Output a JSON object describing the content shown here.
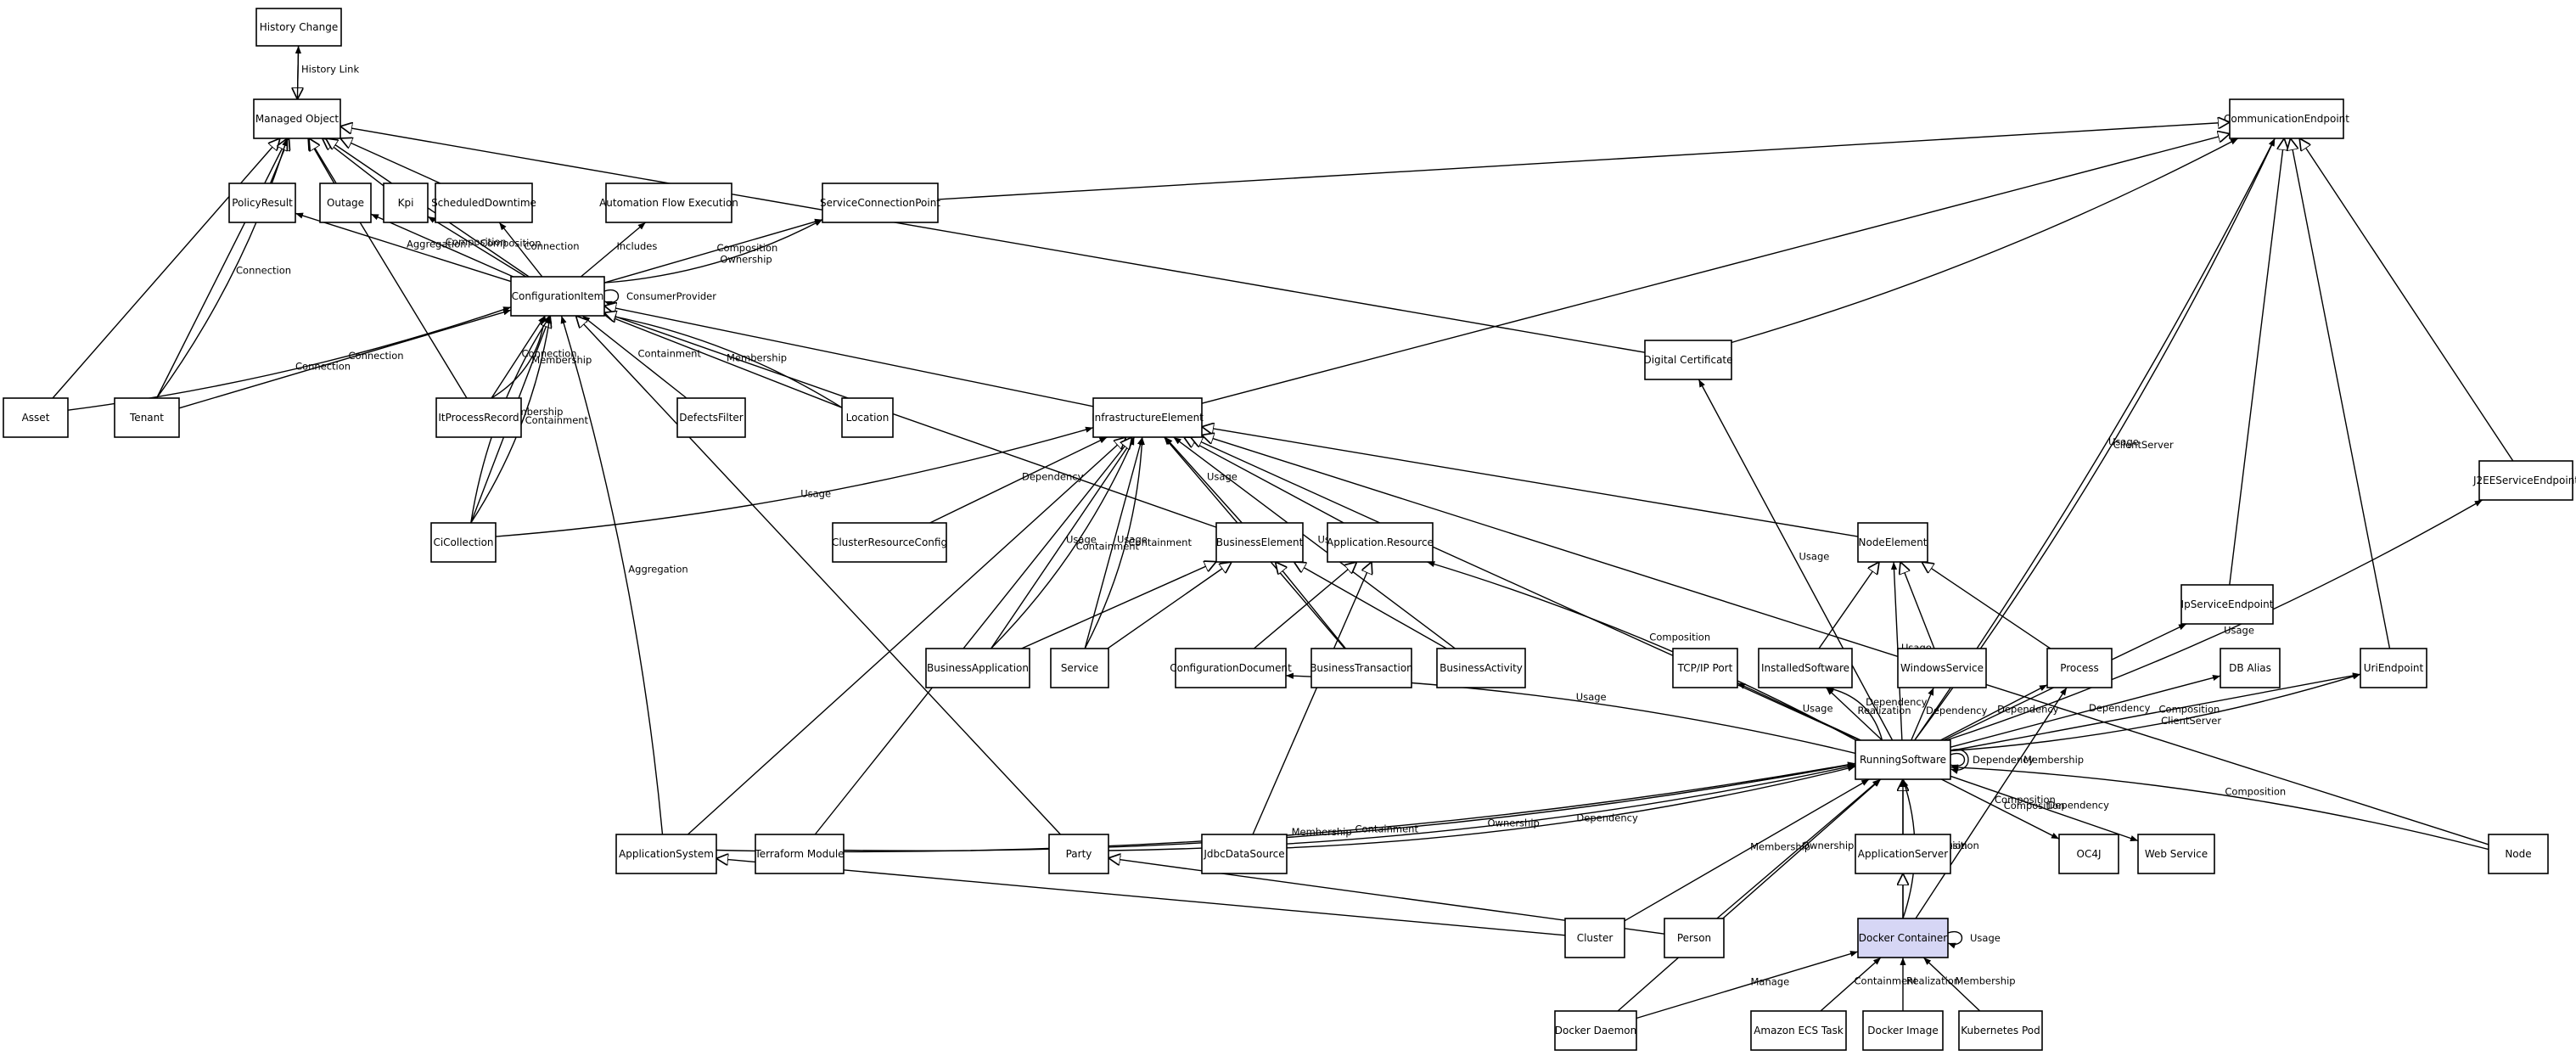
{
  "nodes": [
    {
      "id": "history_change",
      "label": "History Change"
    },
    {
      "id": "managed_object",
      "label": "Managed Object"
    },
    {
      "id": "communication_endpoint",
      "label": "CommunicationEndpoint"
    },
    {
      "id": "policy_result",
      "label": "PolicyResult"
    },
    {
      "id": "outage",
      "label": "Outage"
    },
    {
      "id": "kpi",
      "label": "Kpi"
    },
    {
      "id": "scheduled_downtime",
      "label": "ScheduledDowntime"
    },
    {
      "id": "automation_flow_execution",
      "label": "Automation Flow Execution"
    },
    {
      "id": "service_connection_point",
      "label": "ServiceConnectionPoint"
    },
    {
      "id": "configuration_item",
      "label": "ConfigurationItem"
    },
    {
      "id": "digital_certificate",
      "label": "Digital Certificate"
    },
    {
      "id": "asset",
      "label": "Asset"
    },
    {
      "id": "tenant",
      "label": "Tenant"
    },
    {
      "id": "itprocess_record",
      "label": "ItProcessRecord"
    },
    {
      "id": "defects_filter",
      "label": "DefectsFilter"
    },
    {
      "id": "location",
      "label": "Location"
    },
    {
      "id": "infrastructure_element",
      "label": "InfrastructureElement"
    },
    {
      "id": "j2ee_service_endpoint",
      "label": "J2EEServiceEndpoint"
    },
    {
      "id": "ci_collection",
      "label": "CiCollection"
    },
    {
      "id": "cluster_resource_config",
      "label": "ClusterResourceConfig"
    },
    {
      "id": "business_element",
      "label": "BusinessElement"
    },
    {
      "id": "application_resource",
      "label": "Application.Resource"
    },
    {
      "id": "node_element",
      "label": "NodeElement"
    },
    {
      "id": "ip_service_endpoint",
      "label": "IpServiceEndpoint"
    },
    {
      "id": "business_application",
      "label": "BusinessApplication"
    },
    {
      "id": "service",
      "label": "Service"
    },
    {
      "id": "configuration_document",
      "label": "ConfigurationDocument"
    },
    {
      "id": "business_transaction",
      "label": "BusinessTransaction"
    },
    {
      "id": "business_activity",
      "label": "BusinessActivity"
    },
    {
      "id": "tcpip_port",
      "label": "TCP/IP Port"
    },
    {
      "id": "installed_software",
      "label": "InstalledSoftware"
    },
    {
      "id": "windows_service",
      "label": "WindowsService"
    },
    {
      "id": "process",
      "label": "Process"
    },
    {
      "id": "db_alias",
      "label": "DB Alias"
    },
    {
      "id": "uri_endpoint",
      "label": "UriEndpoint"
    },
    {
      "id": "running_software",
      "label": "RunningSoftware"
    },
    {
      "id": "application_system",
      "label": "ApplicationSystem"
    },
    {
      "id": "terraform_module",
      "label": "Terraform Module"
    },
    {
      "id": "party",
      "label": "Party"
    },
    {
      "id": "jdbc_data_source",
      "label": "JdbcDataSource"
    },
    {
      "id": "application_server",
      "label": "ApplicationServer"
    },
    {
      "id": "oc4j",
      "label": "OC4J"
    },
    {
      "id": "web_service",
      "label": "Web Service"
    },
    {
      "id": "node",
      "label": "Node"
    },
    {
      "id": "cluster",
      "label": "Cluster"
    },
    {
      "id": "person",
      "label": "Person"
    },
    {
      "id": "docker_container",
      "label": "Docker Container"
    },
    {
      "id": "docker_daemon",
      "label": "Docker Daemon"
    },
    {
      "id": "amazon_ecs_task",
      "label": "Amazon ECS Task"
    },
    {
      "id": "docker_image",
      "label": "Docker Image"
    },
    {
      "id": "kubernetes_pod",
      "label": "Kubernetes Pod"
    }
  ],
  "edges": [
    {
      "from": "history_change",
      "to": "managed_object",
      "kind": "generalization",
      "label": ""
    },
    {
      "from": "managed_object",
      "to": "history_change",
      "kind": "association",
      "label": "History Link"
    },
    {
      "from": "policy_result",
      "to": "managed_object",
      "kind": "generalization",
      "label": ""
    },
    {
      "from": "outage",
      "to": "managed_object",
      "kind": "generalization",
      "label": ""
    },
    {
      "from": "kpi",
      "to": "managed_object",
      "kind": "generalization",
      "label": ""
    },
    {
      "from": "scheduled_downtime",
      "to": "managed_object",
      "kind": "generalization",
      "label": ""
    },
    {
      "from": "configuration_item",
      "to": "managed_object",
      "kind": "generalization",
      "label": ""
    },
    {
      "from": "asset",
      "to": "managed_object",
      "kind": "generalization",
      "label": ""
    },
    {
      "from": "tenant",
      "to": "managed_object",
      "kind": "generalization",
      "label": ""
    },
    {
      "from": "itprocess_record",
      "to": "managed_object",
      "kind": "generalization",
      "label": ""
    },
    {
      "from": "digital_certificate",
      "to": "managed_object",
      "kind": "generalization",
      "label": ""
    },
    {
      "from": "tenant",
      "to": "managed_object",
      "kind": "association",
      "label": "Connection"
    },
    {
      "from": "configuration_item",
      "to": "policy_result",
      "kind": "association",
      "label": "Aggregation"
    },
    {
      "from": "configuration_item",
      "to": "outage",
      "kind": "association",
      "label": "Composition"
    },
    {
      "from": "configuration_item",
      "to": "kpi",
      "kind": "association",
      "label": "Composition"
    },
    {
      "from": "configuration_item",
      "to": "scheduled_downtime",
      "kind": "association",
      "label": "Connection"
    },
    {
      "from": "configuration_item",
      "to": "automation_flow_execution",
      "kind": "association",
      "label": "Includes"
    },
    {
      "from": "configuration_item",
      "to": "service_connection_point",
      "kind": "association",
      "label": "Composition"
    },
    {
      "from": "configuration_item",
      "to": "service_connection_point",
      "kind": "association",
      "label": "Ownership"
    },
    {
      "from": "service_connection_point",
      "to": "communication_endpoint",
      "kind": "generalization",
      "label": ""
    },
    {
      "from": "configuration_item",
      "to": "configuration_item",
      "kind": "association",
      "label": "ConsumerProvider"
    },
    {
      "from": "asset",
      "to": "configuration_item",
      "kind": "association",
      "label": "Connection"
    },
    {
      "from": "tenant",
      "to": "configuration_item",
      "kind": "association",
      "label": "Connection"
    },
    {
      "from": "itprocess_record",
      "to": "configuration_item",
      "kind": "association",
      "label": "Connection"
    },
    {
      "from": "itprocess_record",
      "to": "configuration_item",
      "kind": "association",
      "label": "Membership"
    },
    {
      "from": "defects_filter",
      "to": "configuration_item",
      "kind": "association",
      "label": "Containment"
    },
    {
      "from": "location",
      "to": "configuration_item",
      "kind": "association",
      "label": "Membership"
    },
    {
      "from": "location",
      "to": "configuration_item",
      "kind": "generalization",
      "label": ""
    },
    {
      "from": "ci_collection",
      "to": "configuration_item",
      "kind": "generalization",
      "label": ""
    },
    {
      "from": "ci_collection",
      "to": "configuration_item",
      "kind": "association",
      "label": "Containment"
    },
    {
      "from": "ci_collection",
      "to": "configuration_item",
      "kind": "association",
      "label": "Membership"
    },
    {
      "from": "ci_collection",
      "to": "infrastructure_element",
      "kind": "association",
      "label": "Usage"
    },
    {
      "from": "infrastructure_element",
      "to": "configuration_item",
      "kind": "generalization",
      "label": ""
    },
    {
      "from": "business_element",
      "to": "configuration_item",
      "kind": "generalization",
      "label": ""
    },
    {
      "from": "application_system",
      "to": "configuration_item",
      "kind": "association",
      "label": "Aggregation"
    },
    {
      "from": "party",
      "to": "configuration_item",
      "kind": "generalization",
      "label": ""
    },
    {
      "from": "digital_certificate",
      "to": "communication_endpoint",
      "kind": "association",
      "label": ""
    },
    {
      "from": "infrastructure_element",
      "to": "communication_endpoint",
      "kind": "generalization",
      "label": ""
    },
    {
      "from": "cluster_resource_config",
      "to": "infrastructure_element",
      "kind": "association",
      "label": "Dependency"
    },
    {
      "from": "business_application",
      "to": "infrastructure_element",
      "kind": "association",
      "label": "Usage"
    },
    {
      "from": "business_application",
      "to": "infrastructure_element",
      "kind": "association",
      "label": "Containment"
    },
    {
      "from": "service",
      "to": "infrastructure_element",
      "kind": "association",
      "label": "Usage"
    },
    {
      "from": "service",
      "to": "infrastructure_element",
      "kind": "association",
      "label": "Containment"
    },
    {
      "from": "business_element",
      "to": "infrastructure_element",
      "kind": "association",
      "label": "Usage"
    },
    {
      "from": "application_resource",
      "to": "infrastructure_element",
      "kind": "generalization",
      "label": ""
    },
    {
      "from": "business_transaction",
      "to": "infrastructure_element",
      "kind": "association",
      "label": "Usage"
    },
    {
      "from": "business_activity",
      "to": "infrastructure_element",
      "kind": "association",
      "label": "Usage"
    },
    {
      "from": "node_element",
      "to": "infrastructure_element",
      "kind": "generalization",
      "label": ""
    },
    {
      "from": "node",
      "to": "infrastructure_element",
      "kind": "generalization",
      "label": ""
    },
    {
      "from": "running_software",
      "to": "infrastructure_element",
      "kind": "generalization",
      "label": ""
    },
    {
      "from": "application_system",
      "to": "infrastructure_element",
      "kind": "generalization",
      "label": ""
    },
    {
      "from": "terraform_module",
      "to": "infrastructure_element",
      "kind": "generalization",
      "label": ""
    },
    {
      "from": "business_application",
      "to": "business_element",
      "kind": "generalization",
      "label": ""
    },
    {
      "from": "service",
      "to": "business_element",
      "kind": "generalization",
      "label": ""
    },
    {
      "from": "business_transaction",
      "to": "business_element",
      "kind": "generalization",
      "label": ""
    },
    {
      "from": "business_activity",
      "to": "business_element",
      "kind": "generalization",
      "label": ""
    },
    {
      "from": "configuration_document",
      "to": "application_resource",
      "kind": "generalization",
      "label": ""
    },
    {
      "from": "jdbc_data_source",
      "to": "application_resource",
      "kind": "generalization",
      "label": ""
    },
    {
      "from": "running_software",
      "to": "application_resource",
      "kind": "association",
      "label": "Composition"
    },
    {
      "from": "installed_software",
      "to": "node_element",
      "kind": "generalization",
      "label": ""
    },
    {
      "from": "windows_service",
      "to": "node_element",
      "kind": "generalization",
      "label": ""
    },
    {
      "from": "process",
      "to": "node_element",
      "kind": "generalization",
      "label": ""
    },
    {
      "from": "running_software",
      "to": "node_element",
      "kind": "association",
      "label": "Usage"
    },
    {
      "from": "running_software",
      "to": "digital_certificate",
      "kind": "association",
      "label": "Usage"
    },
    {
      "from": "ip_service_endpoint",
      "to": "communication_endpoint",
      "kind": "generalization",
      "label": ""
    },
    {
      "from": "uri_endpoint",
      "to": "communication_endpoint",
      "kind": "generalization",
      "label": ""
    },
    {
      "from": "j2ee_service_endpoint",
      "to": "communication_endpoint",
      "kind": "generalization",
      "label": ""
    },
    {
      "from": "running_software",
      "to": "communication_endpoint",
      "kind": "association",
      "label": "ClientServer"
    },
    {
      "from": "running_software",
      "to": "communication_endpoint",
      "kind": "association",
      "label": "Usage"
    },
    {
      "from": "running_software",
      "to": "j2ee_service_endpoint",
      "kind": "association",
      "label": "Usage"
    },
    {
      "from": "running_software",
      "to": "configuration_document",
      "kind": "association",
      "label": "Usage"
    },
    {
      "from": "running_software",
      "to": "tcpip_port",
      "kind": "association",
      "label": "Usage"
    },
    {
      "from": "running_software",
      "to": "installed_software",
      "kind": "association",
      "label": "Realization"
    },
    {
      "from": "running_software",
      "to": "installed_software",
      "kind": "association",
      "label": "Dependency"
    },
    {
      "from": "running_software",
      "to": "windows_service",
      "kind": "association",
      "label": "Dependency"
    },
    {
      "from": "running_software",
      "to": "process",
      "kind": "association",
      "label": "Dependency"
    },
    {
      "from": "running_software",
      "to": "ip_service_endpoint",
      "kind": "association",
      "label": "Usage"
    },
    {
      "from": "running_software",
      "to": "db_alias",
      "kind": "association",
      "label": "Dependency"
    },
    {
      "from": "running_software",
      "to": "uri_endpoint",
      "kind": "association",
      "label": "Composition"
    },
    {
      "from": "running_software",
      "to": "uri_endpoint",
      "kind": "association",
      "label": "ClientServer"
    },
    {
      "from": "running_software",
      "to": "running_software",
      "kind": "association",
      "label": "Dependency"
    },
    {
      "from": "running_software",
      "to": "running_software",
      "kind": "association",
      "label": "Membership"
    },
    {
      "from": "application_system",
      "to": "running_software",
      "kind": "association",
      "label": "Membership"
    },
    {
      "from": "terraform_module",
      "to": "running_software",
      "kind": "association",
      "label": "Containment"
    },
    {
      "from": "party",
      "to": "running_software",
      "kind": "association",
      "label": "Ownership"
    },
    {
      "from": "jdbc_data_source",
      "to": "running_software",
      "kind": "association",
      "label": "Dependency"
    },
    {
      "from": "application_server",
      "to": "running_software",
      "kind": "generalization",
      "label": ""
    },
    {
      "from": "running_software",
      "to": "oc4j",
      "kind": "association",
      "label": "Composition"
    },
    {
      "from": "running_software",
      "to": "web_service",
      "kind": "association",
      "label": "Dependency"
    },
    {
      "from": "node",
      "to": "running_software",
      "kind": "association",
      "label": "Composition"
    },
    {
      "from": "cluster",
      "to": "running_software",
      "kind": "association",
      "label": "Membership"
    },
    {
      "from": "person",
      "to": "running_software",
      "kind": "association",
      "label": "Ownership"
    },
    {
      "from": "docker_container",
      "to": "running_software",
      "kind": "association",
      "label": "Composition"
    },
    {
      "from": "docker_container",
      "to": "running_software",
      "kind": "association",
      "label": "Composition"
    },
    {
      "from": "docker_daemon",
      "to": "running_software",
      "kind": "association",
      "label": ""
    },
    {
      "from": "docker_container",
      "to": "process",
      "kind": "association",
      "label": "Composition"
    },
    {
      "from": "docker_container",
      "to": "application_server",
      "kind": "generalization",
      "label": ""
    },
    {
      "from": "docker_container",
      "to": "docker_container",
      "kind": "association",
      "label": "Usage"
    },
    {
      "from": "cluster",
      "to": "application_system",
      "kind": "generalization",
      "label": ""
    },
    {
      "from": "person",
      "to": "party",
      "kind": "generalization",
      "label": ""
    },
    {
      "from": "docker_daemon",
      "to": "docker_container",
      "kind": "association",
      "label": "Manage"
    },
    {
      "from": "amazon_ecs_task",
      "to": "docker_container",
      "kind": "association",
      "label": "Containment"
    },
    {
      "from": "docker_image",
      "to": "docker_container",
      "kind": "association",
      "label": "Realization"
    },
    {
      "from": "kubernetes_pod",
      "to": "docker_container",
      "kind": "association",
      "label": "Membership"
    }
  ]
}
